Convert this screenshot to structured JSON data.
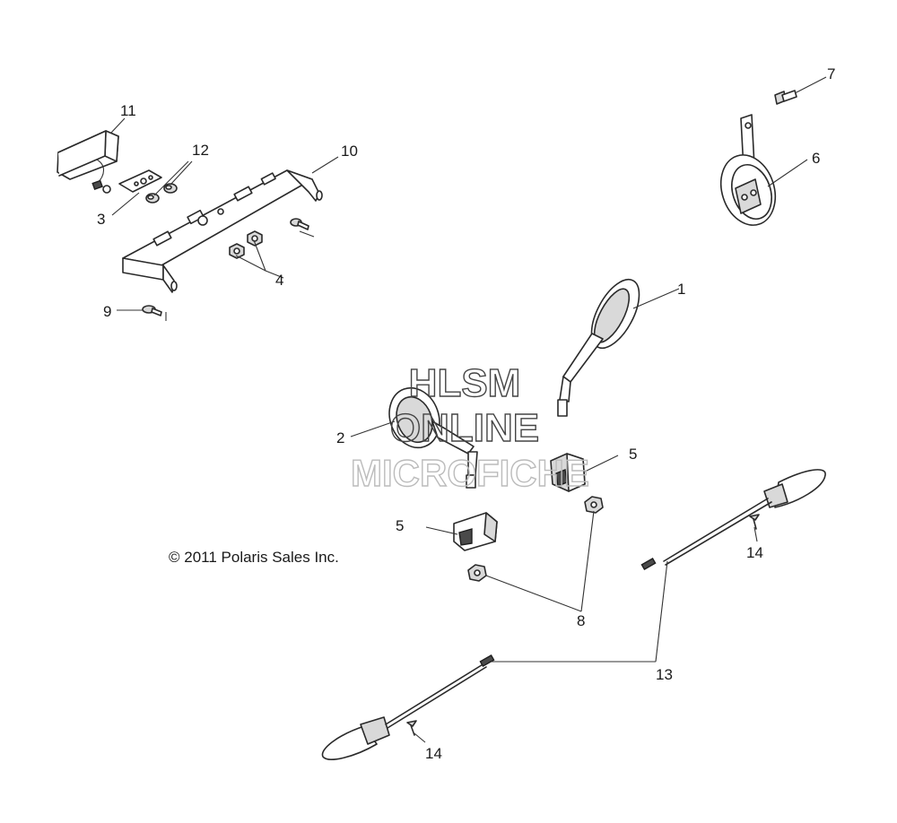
{
  "copyright": "© 2011 Polaris Sales Inc.",
  "watermark": {
    "line1": "HLSM",
    "line2": "ONLINE",
    "line3": "MICROFICHE",
    "color_dark": "#444444",
    "color_light": "#bbbbbb"
  },
  "callouts": {
    "c1": "1",
    "c2": "2",
    "c3": "3",
    "c4": "4",
    "c5a": "5",
    "c5b": "5",
    "c6": "6",
    "c7": "7",
    "c8": "8",
    "c9": "9",
    "c10": "10",
    "c11": "11",
    "c12": "12",
    "c13": "13",
    "c14a": "14",
    "c14b": "14"
  }
}
